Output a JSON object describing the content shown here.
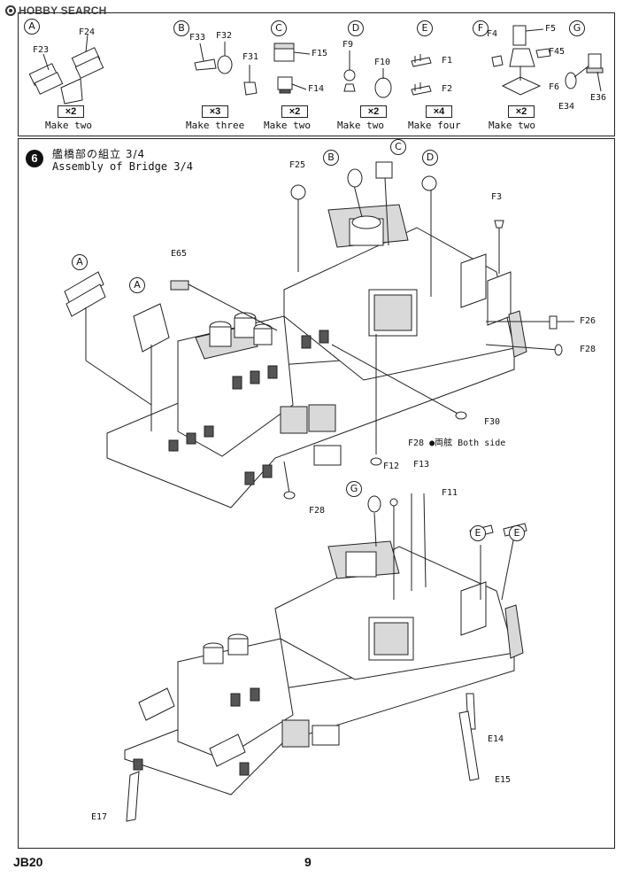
{
  "watermark": {
    "text": "HOBBY SEARCH"
  },
  "subassemblies": [
    {
      "letter": "A",
      "parts": [
        "F23",
        "F24"
      ],
      "multiplier": "×2",
      "make": "Make two"
    },
    {
      "letter": "B",
      "parts": [
        "F33",
        "F32",
        "F31"
      ],
      "multiplier": "×3",
      "make": "Make three"
    },
    {
      "letter": "C",
      "parts": [
        "F15",
        "F14"
      ],
      "multiplier": "×2",
      "make": "Make two"
    },
    {
      "letter": "D",
      "parts": [
        "F9",
        "F10"
      ],
      "multiplier": "×2",
      "make": "Make two"
    },
    {
      "letter": "E",
      "parts": [
        "F1",
        "F2"
      ],
      "multiplier": "×4",
      "make": "Make four"
    },
    {
      "letter": "F",
      "parts": [
        "F4",
        "F5",
        "F45",
        "F6"
      ],
      "multiplier": "×2",
      "make": "Make two"
    },
    {
      "letter": "G",
      "parts": [
        "E34",
        "E36"
      ],
      "multiplier": "",
      "make": ""
    }
  ],
  "step": {
    "number": "6",
    "title_jp": "艦橋部の組立 3/4",
    "title_en": "Assembly of Bridge 3/4"
  },
  "upper_diagram": {
    "circled": [
      "A",
      "A",
      "B",
      "C",
      "D"
    ],
    "labels": [
      "E65",
      "F25",
      "F3",
      "F26",
      "F28",
      "F30",
      "F28 ●両舷 Both side",
      "F28"
    ]
  },
  "lower_diagram": {
    "circled": [
      "G",
      "E",
      "E"
    ],
    "labels": [
      "F12",
      "F13",
      "F11",
      "E14",
      "E15",
      "E17"
    ]
  },
  "footer": {
    "code": "JB20",
    "page": "9"
  }
}
